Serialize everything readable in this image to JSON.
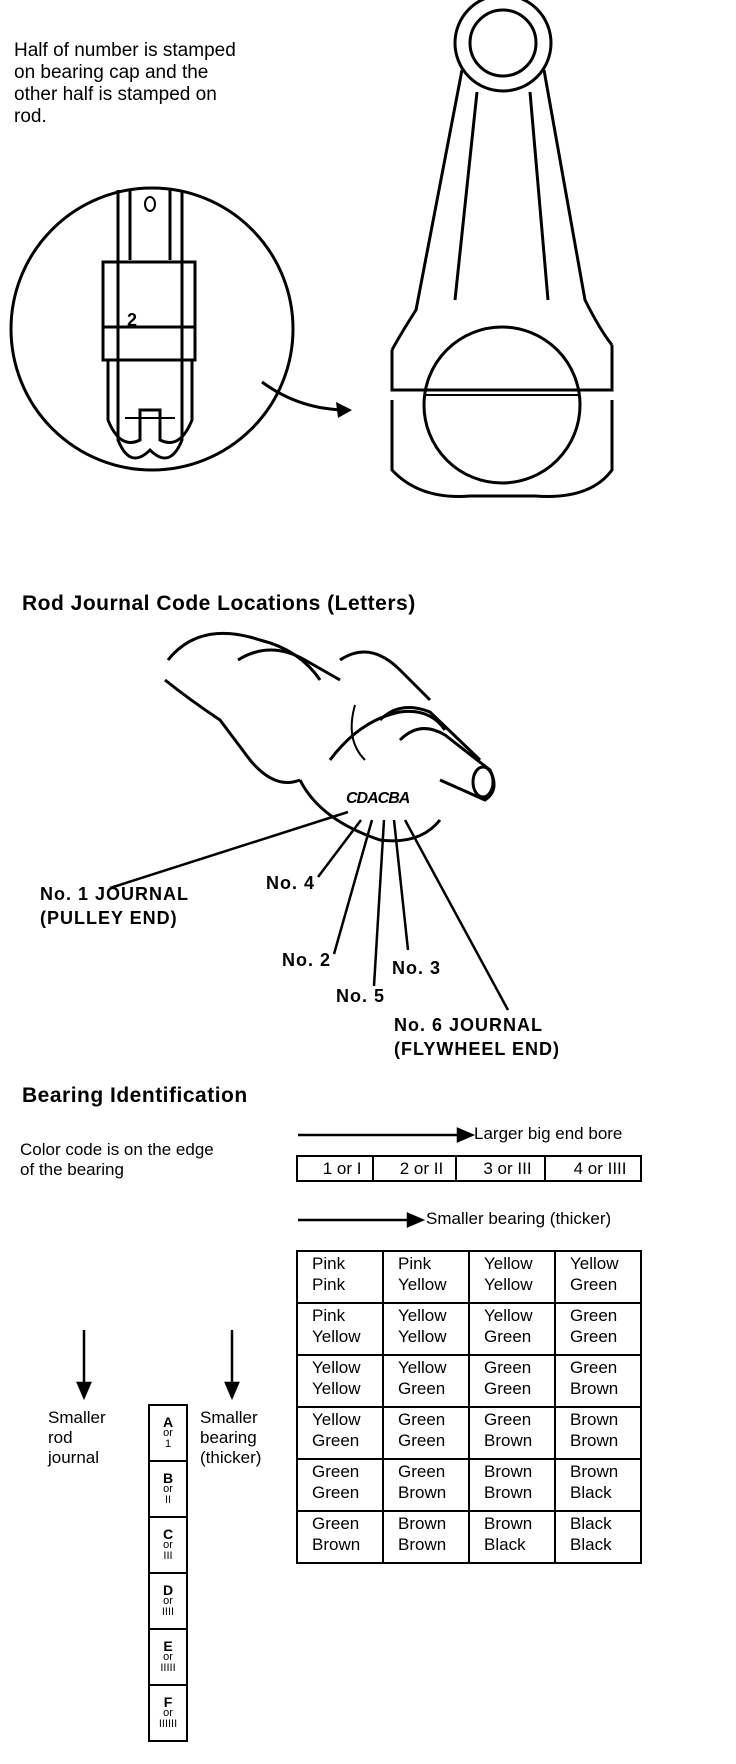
{
  "note_text": "Half of number is stamped on bearing cap and the other half is stamped on rod.",
  "inset_number": "2",
  "rod_journal_title": "Rod Journal Code Locations (Letters)",
  "stamp_letters": "CDACBA",
  "journal_labels": {
    "no1_line1": "No. 1 JOURNAL",
    "no1_line2": "(PULLEY END)",
    "no4": "No. 4",
    "no2": "No. 2",
    "no3": "No. 3",
    "no5": "No. 5",
    "no6_line1": "No. 6 JOURNAL",
    "no6_line2": "(FLYWHEEL END)"
  },
  "bearing_title": "Bearing Identification",
  "color_code_note": "Color code is on the edge of the bearing",
  "larger_bore_label": "Larger big end bore",
  "smaller_bearing_label": "Smaller bearing (thicker)",
  "bore_codes": [
    "1 or I",
    "2 or II",
    "3 or III",
    "4 or IIII"
  ],
  "journal_codes": [
    {
      "letter": "A",
      "or": "or",
      "num": "1"
    },
    {
      "letter": "B",
      "or": "or",
      "num": "II"
    },
    {
      "letter": "C",
      "or": "or",
      "num": "III"
    },
    {
      "letter": "D",
      "or": "or",
      "num": "IIII"
    },
    {
      "letter": "E",
      "or": "or",
      "num": "IIIII"
    },
    {
      "letter": "F",
      "or": "or",
      "num": "IIIIII"
    }
  ],
  "smaller_rod_journal": [
    "Smaller",
    "rod",
    "journal"
  ],
  "smaller_bearing_thicker": [
    "Smaller",
    "bearing",
    "(thicker)"
  ],
  "bearing_colors": [
    [
      [
        "Pink",
        "Pink"
      ],
      [
        "Pink",
        "Yellow"
      ],
      [
        "Yellow",
        "Yellow"
      ],
      [
        "Yellow",
        "Green"
      ]
    ],
    [
      [
        "Pink",
        "Yellow"
      ],
      [
        "Yellow",
        "Yellow"
      ],
      [
        "Yellow",
        "Green"
      ],
      [
        "Green",
        "Green"
      ]
    ],
    [
      [
        "Yellow",
        "Yellow"
      ],
      [
        "Yellow",
        "Green"
      ],
      [
        "Green",
        "Green"
      ],
      [
        "Green",
        "Brown"
      ]
    ],
    [
      [
        "Yellow",
        "Green"
      ],
      [
        "Green",
        "Green"
      ],
      [
        "Green",
        "Brown"
      ],
      [
        "Brown",
        "Brown"
      ]
    ],
    [
      [
        "Green",
        "Green"
      ],
      [
        "Green",
        "Brown"
      ],
      [
        "Brown",
        "Brown"
      ],
      [
        "Brown",
        "Black"
      ]
    ],
    [
      [
        "Green",
        "Brown"
      ],
      [
        "Brown",
        "Brown"
      ],
      [
        "Brown",
        "Black"
      ],
      [
        "Black",
        "Black"
      ]
    ]
  ]
}
